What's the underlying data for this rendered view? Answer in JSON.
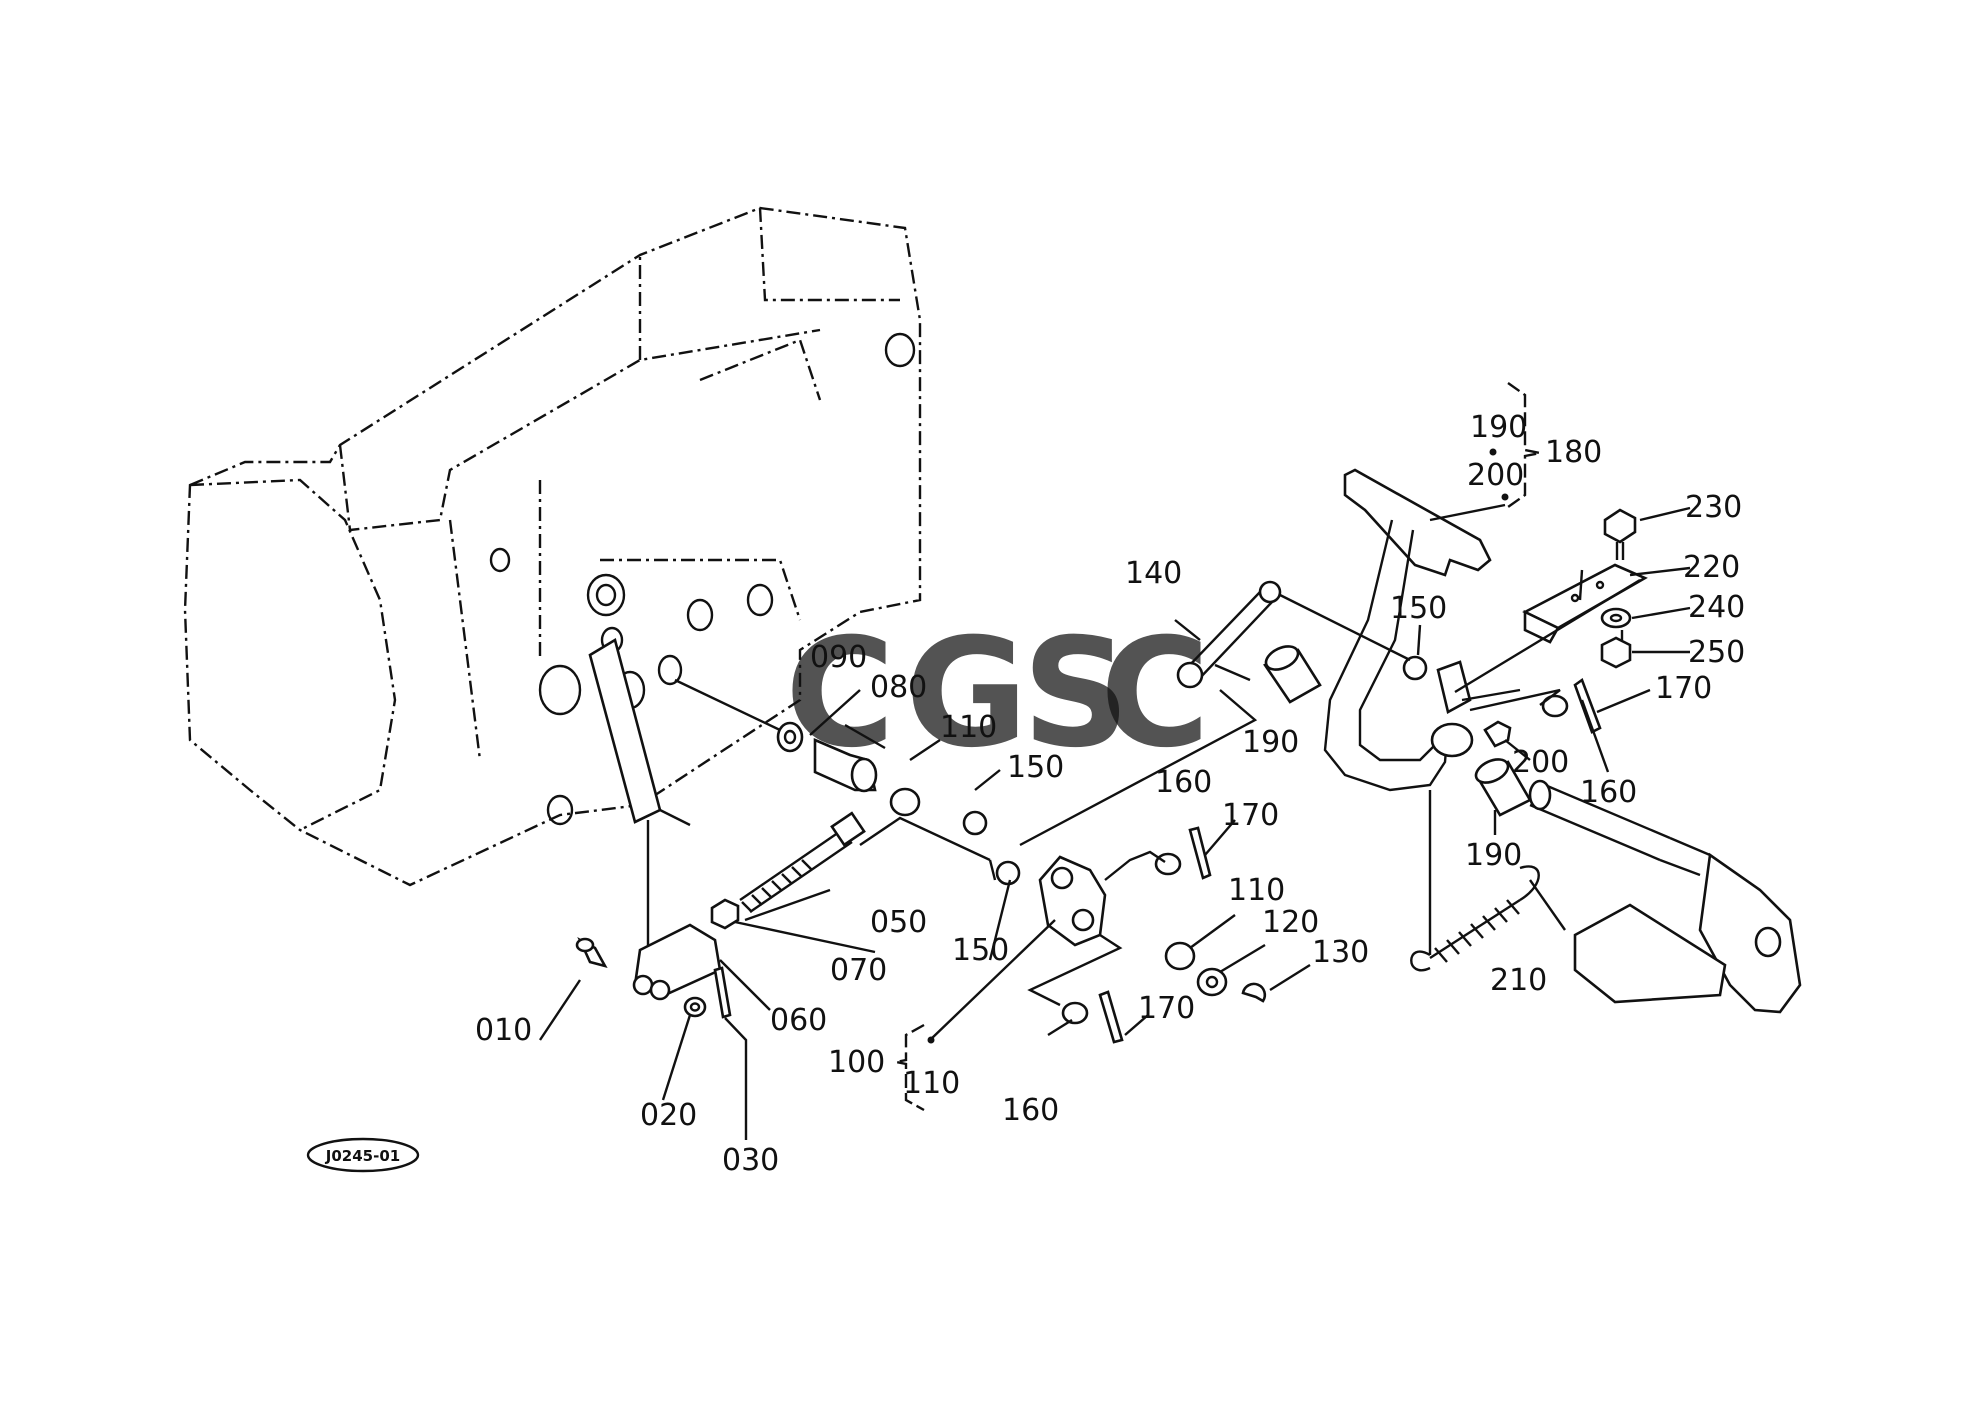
{
  "diagram": {
    "drawing_code": "J0245-01",
    "watermark": {
      "letters": [
        {
          "char": "C",
          "color": "#4285F4"
        },
        {
          "char": "G",
          "color": "#EA4335"
        },
        {
          "char": "S",
          "color": "#FBBC05"
        },
        {
          "char": "C",
          "color": "#34A853"
        }
      ]
    },
    "callouts": [
      {
        "id": "p010",
        "text": "010"
      },
      {
        "id": "p020",
        "text": "020"
      },
      {
        "id": "p030",
        "text": "030"
      },
      {
        "id": "p050",
        "text": "050"
      },
      {
        "id": "p060",
        "text": "060"
      },
      {
        "id": "p070",
        "text": "070"
      },
      {
        "id": "p080",
        "text": "080"
      },
      {
        "id": "p090",
        "text": "090"
      },
      {
        "id": "p100",
        "text": "100"
      },
      {
        "id": "p110a",
        "text": "110"
      },
      {
        "id": "p110b",
        "text": "110"
      },
      {
        "id": "p110c",
        "text": "110"
      },
      {
        "id": "p120",
        "text": "120"
      },
      {
        "id": "p130",
        "text": "130"
      },
      {
        "id": "p140",
        "text": "140"
      },
      {
        "id": "p150a",
        "text": "150"
      },
      {
        "id": "p150b",
        "text": "150"
      },
      {
        "id": "p150c",
        "text": "150"
      },
      {
        "id": "p160a",
        "text": "160"
      },
      {
        "id": "p160b",
        "text": "160"
      },
      {
        "id": "p160c",
        "text": "160"
      },
      {
        "id": "p170a",
        "text": "170"
      },
      {
        "id": "p170b",
        "text": "170"
      },
      {
        "id": "p170c",
        "text": "170"
      },
      {
        "id": "p180",
        "text": "180"
      },
      {
        "id": "p190a",
        "text": "190"
      },
      {
        "id": "p190b",
        "text": "190"
      },
      {
        "id": "p190c",
        "text": "190"
      },
      {
        "id": "p200a",
        "text": "200"
      },
      {
        "id": "p200b",
        "text": "200"
      },
      {
        "id": "p210",
        "text": "210"
      },
      {
        "id": "p220",
        "text": "220"
      },
      {
        "id": "p230",
        "text": "230"
      },
      {
        "id": "p240",
        "text": "240"
      },
      {
        "id": "p250",
        "text": "250"
      }
    ]
  }
}
